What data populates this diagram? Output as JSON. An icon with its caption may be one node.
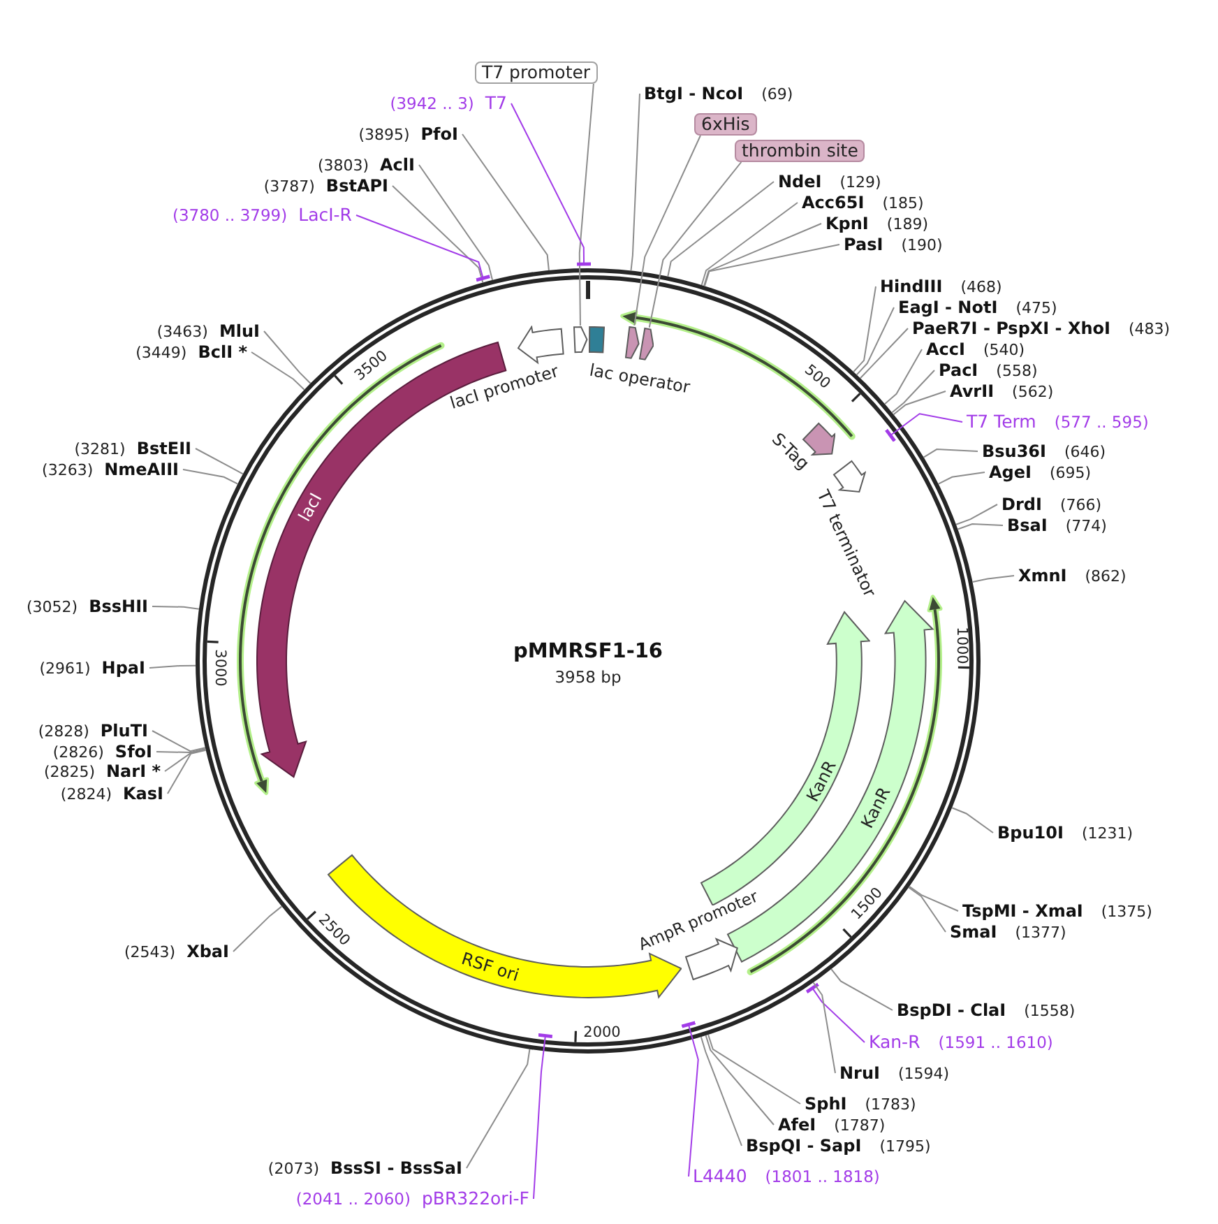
{
  "diagram": {
    "title": "pMMRSF1-16",
    "nodes": [
      {
        "text": [
          "T7 promoter"
        ]
      },
      {
        "text": [
          "BtgI - NcoI",
          "(69)"
        ]
      },
      {
        "text": [
          "(3942 .. 3)",
          "T7"
        ]
      },
      {
        "text": [
          "6xHis"
        ]
      },
      {
        "text": [
          "(3895)",
          "PfoI"
        ]
      },
      {
        "text": [
          "thrombin site"
        ]
      },
      {
        "text": [
          "(3803)",
          "AclI"
        ]
      },
      {
        "text": [
          "NdeI",
          "(129)"
        ]
      },
      {
        "text": [
          "(3787)",
          "BstAPI"
        ]
      },
      {
        "text": [
          "Acc65I",
          "(185)"
        ]
      },
      {
        "text": [
          "(3780 .. 3799)",
          "LacI-R"
        ]
      },
      {
        "text": [
          "KpnI",
          "(189)"
        ]
      },
      {
        "text": [
          "PasI",
          "(190)"
        ]
      },
      {
        "text": [
          "HindIII",
          "(468)"
        ]
      },
      {
        "text": [
          "EagI - NotI",
          "(475)"
        ]
      },
      {
        "text": [
          "PaeR7I - PspXI - XhoI",
          "(483)"
        ]
      },
      {
        "text": [
          "(3463)",
          "MluI"
        ]
      },
      {
        "text": [
          "AccI",
          "(540)"
        ]
      },
      {
        "text": [
          "(3449)",
          "BclI *"
        ]
      },
      {
        "text": [
          "PacI",
          "(558)"
        ]
      },
      {
        "text": [
          "AvrII",
          "(562)"
        ]
      },
      {
        "text": [
          "T7 Term",
          "(577 .. 595)"
        ]
      },
      {
        "text": [
          "(3281)",
          "BstEII"
        ]
      },
      {
        "text": [
          "Bsu36I",
          "(646)"
        ]
      },
      {
        "text": [
          "(3263)",
          "NmeAIII"
        ]
      },
      {
        "text": [
          "AgeI",
          "(695)"
        ]
      },
      {
        "text": [
          "DrdI",
          "(766)"
        ]
      },
      {
        "text": [
          "BsaI",
          "(774)"
        ]
      },
      {
        "text": [
          "XmnI",
          "(862)"
        ]
      },
      {
        "text": [
          "(3052)",
          "BssHII"
        ]
      },
      {
        "text": [
          "(2961)",
          "HpaI"
        ]
      },
      {
        "text": [
          "(2828)",
          "PluTI"
        ]
      },
      {
        "text": [
          "(2826)",
          "SfoI"
        ]
      },
      {
        "text": [
          "(2825)",
          "NarI *"
        ]
      },
      {
        "text": [
          "(2824)",
          "KasI"
        ]
      },
      {
        "text": [
          "Bpu10I",
          "(1231)"
        ]
      },
      {
        "text": [
          "TspMI - XmaI",
          "(1375)"
        ]
      },
      {
        "text": [
          "SmaI",
          "(1377)"
        ]
      },
      {
        "text": [
          "(2543)",
          "XbaI"
        ]
      },
      {
        "text": [
          "BspDI - ClaI",
          "(1558)"
        ]
      },
      {
        "text": [
          "Kan-R",
          "(1591 .. 1610)"
        ]
      },
      {
        "text": [
          "NruI",
          "(1594)"
        ]
      },
      {
        "text": [
          "SphI",
          "(1783)"
        ]
      },
      {
        "text": [
          "AfeI",
          "(1787)"
        ]
      },
      {
        "text": [
          "BspQI - SapI",
          "(1795)"
        ]
      },
      {
        "text": [
          "(2073)",
          "BssSI - BssSaI"
        ]
      },
      {
        "text": [
          "L4440",
          "(1801 .. 1818)"
        ]
      },
      {
        "text": [
          "(2041 .. 2060)",
          "pBR322ori-F"
        ]
      },
      {
        "text": [],
        "shape": "arrow"
      },
      {
        "text": [
          "lac operator"
        ]
      },
      {
        "text": [],
        "shape": "arrow"
      },
      {
        "text": [],
        "shape": "arrow"
      },
      {
        "text": [
          "S-Tag"
        ]
      },
      {
        "text": [
          "T7 terminator"
        ]
      },
      {
        "text": [
          "KanR"
        ]
      },
      {
        "text": [
          "KanR"
        ]
      },
      {
        "text": [
          "AmpR promoter"
        ]
      },
      {
        "text": [
          "RSF ori"
        ]
      },
      {
        "text": [
          "lacI"
        ]
      },
      {
        "text": [
          "lacI promoter"
        ]
      }
    ],
    "edges": [
      {
        "from": 0,
        "to": 48,
        "arrow": "none"
      },
      {
        "from": 1,
        "to": null,
        "arrow": "none"
      },
      {
        "from": 2,
        "to": null,
        "arrow": "other",
        "color": "#a23be8"
      },
      {
        "from": 3,
        "to": 50,
        "arrow": "none"
      },
      {
        "from": 4,
        "to": null,
        "arrow": "none"
      },
      {
        "from": 5,
        "to": 51,
        "arrow": "none"
      },
      {
        "from": 6,
        "to": null,
        "arrow": "none"
      },
      {
        "from": 7,
        "to": null,
        "arrow": "none"
      },
      {
        "from": 8,
        "to": null,
        "arrow": "none"
      },
      {
        "from": 9,
        "to": null,
        "arrow": "none"
      },
      {
        "from": 10,
        "to": null,
        "arrow": "other",
        "color": "#a23be8"
      },
      {
        "from": 11,
        "to": null,
        "arrow": "none"
      },
      {
        "from": 12,
        "to": null,
        "arrow": "none"
      },
      {
        "from": 13,
        "to": null,
        "arrow": "none"
      },
      {
        "from": 14,
        "to": null,
        "arrow": "none"
      },
      {
        "from": 15,
        "to": null,
        "arrow": "none"
      },
      {
        "from": 16,
        "to": null,
        "arrow": "none"
      },
      {
        "from": 17,
        "to": null,
        "arrow": "none"
      },
      {
        "from": 18,
        "to": null,
        "arrow": "none"
      },
      {
        "from": 19,
        "to": null,
        "arrow": "none"
      },
      {
        "from": 20,
        "to": null,
        "arrow": "none"
      },
      {
        "from": 21,
        "to": null,
        "arrow": "other",
        "color": "#a23be8"
      },
      {
        "from": 22,
        "to": null,
        "arrow": "none"
      },
      {
        "from": 23,
        "to": null,
        "arrow": "none"
      },
      {
        "from": 24,
        "to": null,
        "arrow": "none"
      },
      {
        "from": 25,
        "to": null,
        "arrow": "none"
      },
      {
        "from": 26,
        "to": null,
        "arrow": "none"
      },
      {
        "from": 27,
        "to": null,
        "arrow": "none"
      },
      {
        "from": 28,
        "to": null,
        "arrow": "none"
      },
      {
        "from": 29,
        "to": null,
        "arrow": "none"
      },
      {
        "from": 30,
        "to": null,
        "arrow": "none"
      },
      {
        "from": 31,
        "to": null,
        "arrow": "none"
      },
      {
        "from": 32,
        "to": null,
        "arrow": "none"
      },
      {
        "from": 33,
        "to": null,
        "arrow": "none"
      },
      {
        "from": 34,
        "to": null,
        "arrow": "none"
      },
      {
        "from": 35,
        "to": null,
        "arrow": "none"
      },
      {
        "from": 36,
        "to": null,
        "arrow": "none"
      },
      {
        "from": 37,
        "to": null,
        "arrow": "none"
      },
      {
        "from": 38,
        "to": null,
        "arrow": "none"
      },
      {
        "from": 39,
        "to": null,
        "arrow": "none"
      },
      {
        "from": 40,
        "to": null,
        "arrow": "other",
        "color": "#a23be8"
      },
      {
        "from": 41,
        "to": null,
        "arrow": "none"
      },
      {
        "from": 42,
        "to": null,
        "arrow": "none"
      },
      {
        "from": 43,
        "to": null,
        "arrow": "none"
      },
      {
        "from": 44,
        "to": null,
        "arrow": "none"
      },
      {
        "from": 45,
        "to": null,
        "arrow": "none"
      },
      {
        "from": 46,
        "to": null,
        "arrow": "other",
        "color": "#a23be8"
      },
      {
        "from": 47,
        "to": null,
        "arrow": "other",
        "color": "#a23be8"
      }
    ],
    "labels": [
      "500",
      "3500",
      "1000",
      "3000",
      "3958 bp",
      "1500",
      "2500",
      "2000"
    ]
  }
}
